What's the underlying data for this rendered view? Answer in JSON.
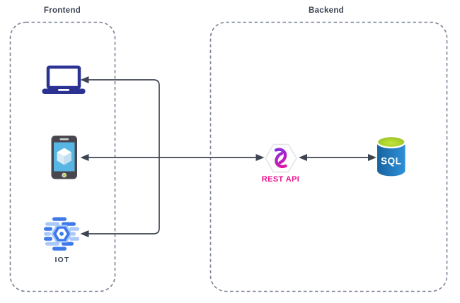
{
  "diagram": {
    "frontend": {
      "label": "Frontend",
      "nodes": [
        {
          "id": "laptop",
          "type": "laptop"
        },
        {
          "id": "mobile",
          "type": "mobile-tablet"
        },
        {
          "id": "iot",
          "type": "iot-chip",
          "label": "IOT"
        }
      ]
    },
    "backend": {
      "label": "Backend",
      "nodes": [
        {
          "id": "rest-api",
          "type": "api-hexagon",
          "label": "REST API"
        },
        {
          "id": "sql",
          "type": "sql-database",
          "label": "SQL"
        }
      ]
    },
    "edges": [
      {
        "from": "rest-api",
        "to": "mobile",
        "arrows": "both"
      },
      {
        "from": "rest-api-branch",
        "to": "laptop",
        "arrows": "end"
      },
      {
        "from": "rest-api-branch",
        "to": "iot",
        "arrows": "end"
      },
      {
        "from": "rest-api",
        "to": "sql",
        "arrows": "both"
      }
    ]
  },
  "colors": {
    "background": "#ffffff",
    "group-border": "#7c8394",
    "group-label": "#3c4453",
    "arrow": "#3d4452",
    "laptop-blue": "#2b3292",
    "device-body": "#47474d",
    "device-screen": "#57b6e3",
    "device-speaker": "#cfd0d2",
    "device-home": "#b6cd35",
    "cube-top": "#ffffff",
    "cube-left": "#d9ebf5",
    "cube-right": "#c2e0ef",
    "iot-blue": "#3e79ea",
    "iot-light-blue": "#a9c8fc",
    "hexagon-fill": "#ffffff",
    "hexagon-stroke": "#e2e3e8",
    "api-gradient-start": "#8030e8",
    "api-gradient-end": "#e6119b",
    "rest-api-label": "#e90f8b",
    "sql-blue-dark": "#17639f",
    "sql-blue-light": "#2e90d9",
    "sql-green": "#8fbc1e",
    "sql-green-light": "#c3e53a",
    "sql-text": "#ffffff"
  }
}
